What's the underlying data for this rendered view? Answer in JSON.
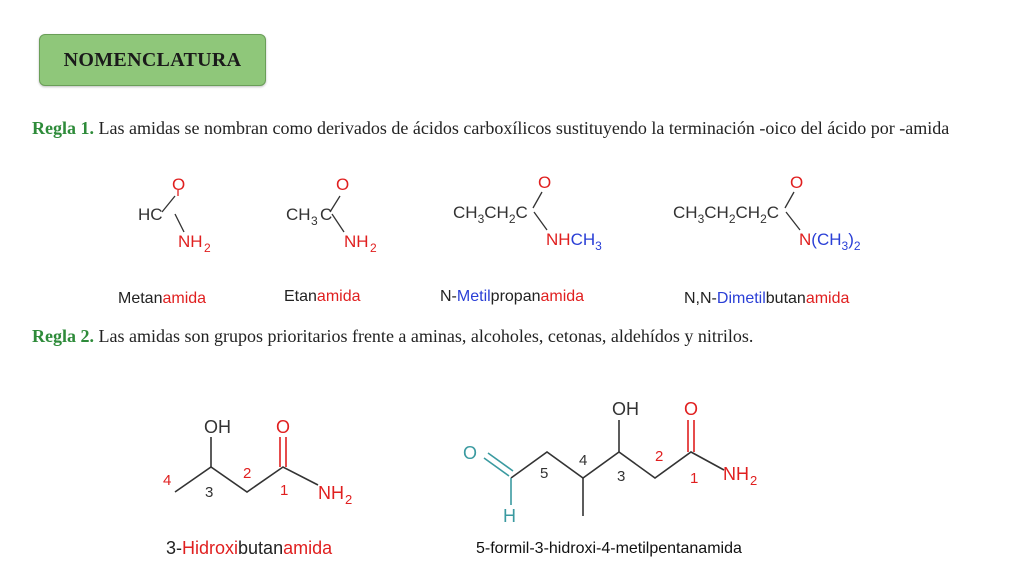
{
  "title": "NOMENCLATURA",
  "rule1": {
    "lead": "Regla 1.",
    "text": " Las amidas se nombran como derivados de ácidos carboxílicos sustituyendo la terminación -oico del ácido por -amida"
  },
  "rule2": {
    "lead": "Regla 2.",
    "text": " Las amidas son grupos prioritarios frente a aminas, alcoholes, cetonas, aldehídos y nitrilos."
  },
  "structures": {
    "metanamida": {
      "HC": "HC",
      "O": "O",
      "NH": "NH",
      "sub2": "2",
      "name_prefix": "Metan",
      "name_suffix": "amida"
    },
    "etanamida": {
      "CH3C_a": "CH",
      "CH3C_sub": "3",
      "CH3C_b": "C",
      "O": "O",
      "NH": "NH",
      "sub2": "2",
      "name_prefix": "Etan",
      "name_suffix": "amida"
    },
    "n_metilpropanamida": {
      "chain": "CH3CH2C",
      "O": "O",
      "N": "NHCH",
      "sub3": "3",
      "name_a": "N-",
      "name_b": "Metil",
      "name_c": "propan",
      "name_d": "amida"
    },
    "nn_dimetilbutanamida": {
      "chain": "CH3CH2CH2C",
      "O": "O",
      "N": "N(CH",
      "sub3": "3",
      "close": ")",
      "sub2": "2",
      "name_a": "N,N-",
      "name_b": "Dimetil",
      "name_c": "butan",
      "name_d": "amida"
    },
    "hidroxibutanamida": {
      "OH": "OH",
      "O": "O",
      "NH": "NH",
      "sub2": "2",
      "n1": "1",
      "n2": "2",
      "n3": "3",
      "n4": "4",
      "name_a": "3-",
      "name_b": "Hidroxi",
      "name_c": "butan",
      "name_d": "amida"
    },
    "formil": {
      "OH": "OH",
      "O": "O",
      "Oald": "O",
      "H": "H",
      "NH": "NH",
      "sub2": "2",
      "n1": "1",
      "n2": "2",
      "n3": "3",
      "n4": "4",
      "n5": "5",
      "name": "5-formil-3-hidroxi-4-metilpentanamida"
    }
  },
  "colors": {
    "lead": "#2e8b3a",
    "red": "#e01f1f",
    "blue": "#2a3fd6",
    "teal": "#3a9aa0",
    "title_bg": "#8fc77a"
  }
}
